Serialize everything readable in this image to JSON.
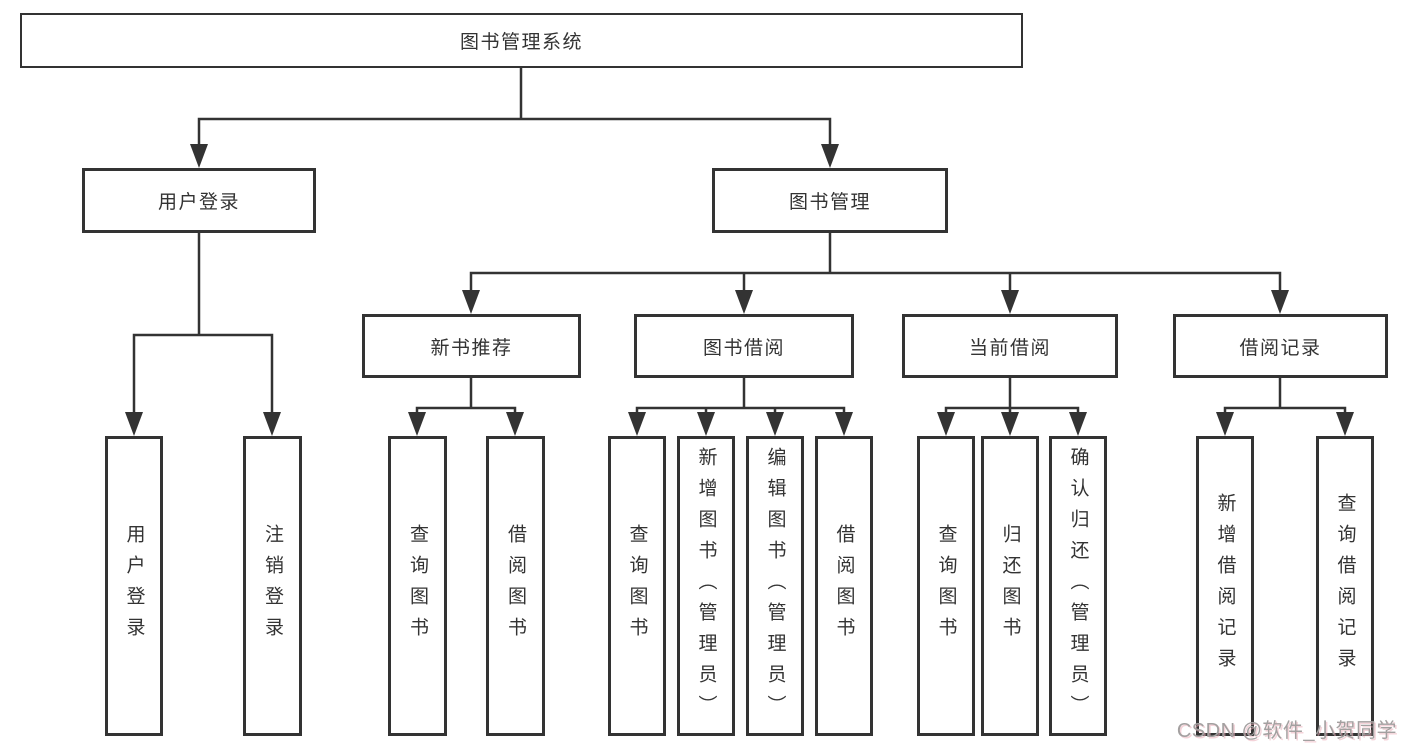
{
  "page": {
    "background": "#ffffff"
  },
  "colors": {
    "line": "#333333",
    "box_border": "#333333",
    "text": "#333333",
    "watermark_text": "#a3a0a0"
  },
  "watermark": {
    "text": "CSDN @软件_小贺同学"
  },
  "tree": {
    "root": {
      "label": "图书管理系统",
      "children": [
        {
          "label": "用户登录",
          "children": [
            {
              "label": "用户登录"
            },
            {
              "label": "注销登录"
            }
          ]
        },
        {
          "label": "图书管理",
          "children": [
            {
              "label": "新书推荐",
              "children": [
                {
                  "label": "查询图书"
                },
                {
                  "label": "借阅图书"
                }
              ]
            },
            {
              "label": "图书借阅",
              "children": [
                {
                  "label": "查询图书"
                },
                {
                  "label": "新增图书（管理员）"
                },
                {
                  "label": "编辑图书（管理员）"
                },
                {
                  "label": "借阅图书"
                }
              ]
            },
            {
              "label": "当前借阅",
              "children": [
                {
                  "label": "查询图书"
                },
                {
                  "label": "归还图书"
                },
                {
                  "label": "确认归还（管理员）"
                }
              ]
            },
            {
              "label": "借阅记录",
              "children": [
                {
                  "label": "新增借阅记录"
                },
                {
                  "label": "查询借阅记录"
                }
              ]
            }
          ]
        }
      ]
    }
  }
}
